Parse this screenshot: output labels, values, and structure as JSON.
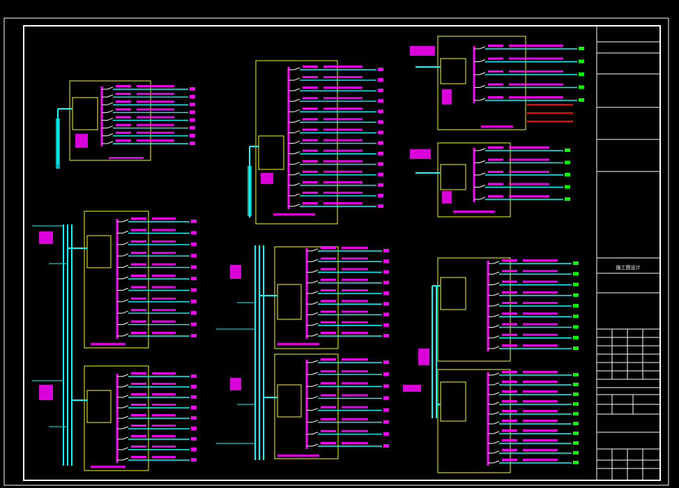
{
  "drawing": {
    "title_block_text": "施工图设计"
  },
  "colors": {
    "background": "#000000",
    "frame": "#ffffff",
    "panel": "#ffff00",
    "bus": "#ff00ff",
    "feeder": "#00ffff",
    "breaker": "#ffffff",
    "terminal": "#00ff00",
    "label": "#ff00ff",
    "warning": "#ff0000"
  },
  "panels": [
    {
      "id": "p1",
      "feeders": 8
    },
    {
      "id": "p2",
      "feeders": 14
    },
    {
      "id": "p3",
      "feeders": 5
    },
    {
      "id": "p4",
      "feeders": 5
    },
    {
      "id": "p5",
      "feeders": 11
    },
    {
      "id": "p6",
      "feeders": 9
    },
    {
      "id": "p7",
      "feeders": 9
    },
    {
      "id": "p8",
      "feeders": 8
    },
    {
      "id": "p9",
      "feeders": 9
    },
    {
      "id": "p10",
      "feeders": 10
    }
  ]
}
